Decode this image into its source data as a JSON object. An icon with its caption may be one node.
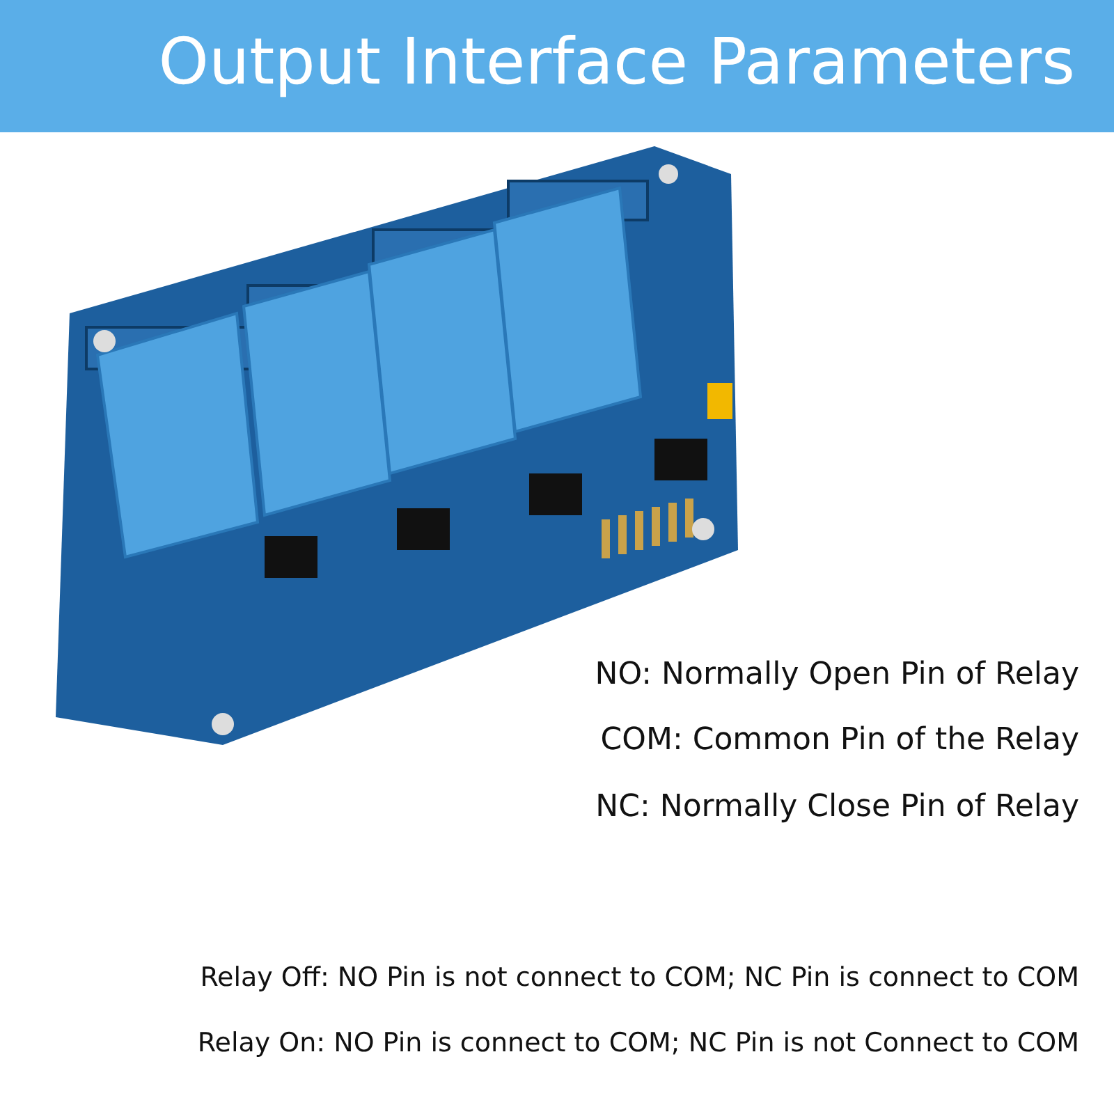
{
  "diagram": {
    "title": "Output Interface Parameters",
    "labels": [
      "NO: Normally Open Pin of Relay",
      "COM: Common Pin of the Relay",
      "NC: Normally Close Pin of Relay",
      "Relay Off: NO Pin is not connect to COM; NC Pin is connect to COM",
      "Relay On: NO Pin is connect to COM; NC Pin is not Connect to COM"
    ]
  }
}
